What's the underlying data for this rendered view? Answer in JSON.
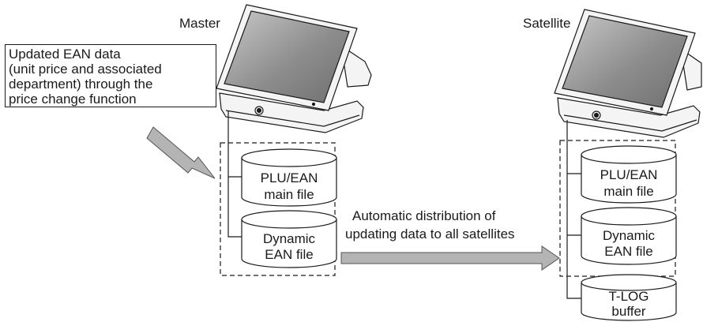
{
  "diagram": {
    "master_label": "Master",
    "satellite_label": "Satellite",
    "note_lines": [
      "Updated EAN data",
      "(unit price and associated",
      "department) through the",
      "price change function"
    ],
    "distribution_lines": [
      "Automatic distribution of",
      "updating data to all satellites"
    ],
    "master_files": [
      {
        "line1": "PLU/EAN",
        "line2": "main file"
      },
      {
        "line1": "Dynamic",
        "line2": "EAN file"
      }
    ],
    "satellite_files": [
      {
        "line1": "PLU/EAN",
        "line2": "main file"
      },
      {
        "line1": "Dynamic",
        "line2": "EAN file"
      },
      {
        "line1": "T-LOG",
        "line2": "buffer"
      }
    ]
  },
  "colors": {
    "stroke": "#1a1a1a",
    "arrow_fill": "#b4b4b4",
    "arrow_stroke": "#555555",
    "screen": "#9a9a9a",
    "terminal_body": "#f4f4f4"
  }
}
